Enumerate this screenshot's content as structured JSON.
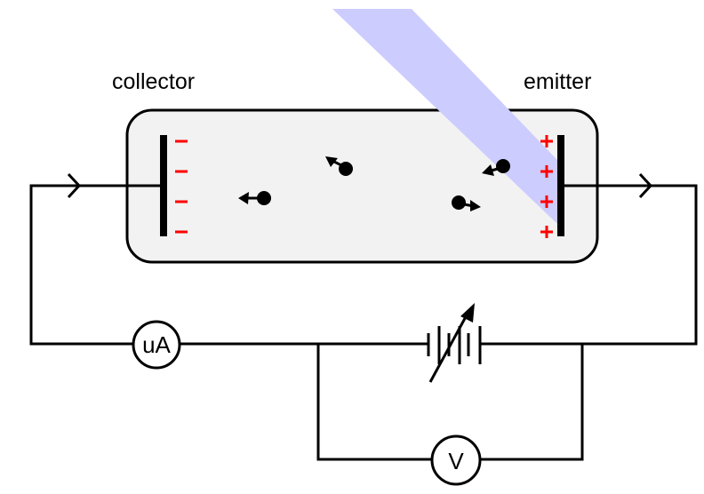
{
  "diagram": {
    "title": "Photoelectric effect circuit",
    "labels": {
      "collector": "collector",
      "emitter": "emitter",
      "ammeter": "uA",
      "voltmeter": "V"
    },
    "collector_charges": [
      "−",
      "−",
      "−",
      "−"
    ],
    "emitter_charges": [
      "+",
      "+",
      "+",
      "+"
    ],
    "electrons": [
      {
        "id": "electron-1",
        "direction": "left"
      },
      {
        "id": "electron-2",
        "direction": "up-left"
      },
      {
        "id": "electron-3",
        "direction": "down-left"
      },
      {
        "id": "electron-4",
        "direction": "right"
      }
    ],
    "components": [
      "vacuum-tube",
      "collector-plate",
      "emitter-plate",
      "light-beam",
      "microammeter",
      "variable-battery",
      "voltmeter"
    ],
    "colors": {
      "light_beam": "#ccccff",
      "tube_fill": "#f2f2f2",
      "charge": "#ff0000",
      "wire": "#000000"
    }
  }
}
